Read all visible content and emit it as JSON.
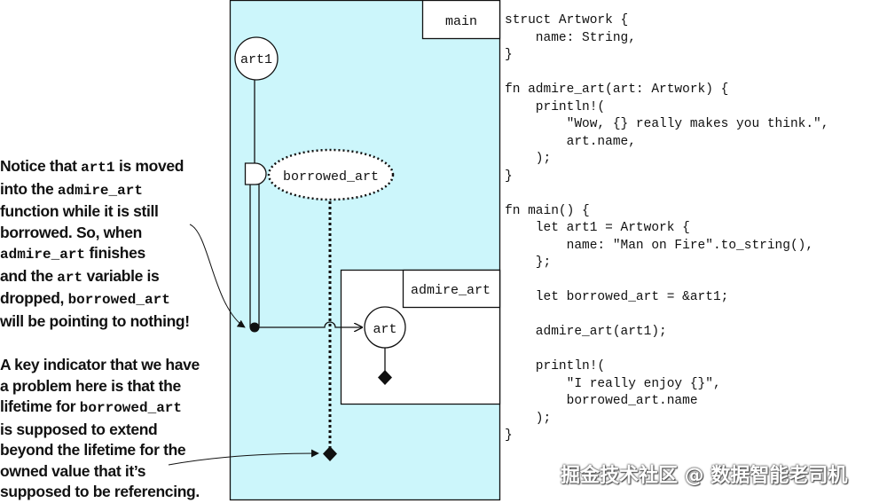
{
  "diagram": {
    "main_label": "main",
    "admire_label": "admire_art",
    "art1_label": "art1",
    "borrowed_label": "borrowed_art",
    "art_label": "art",
    "panel_color": "#ccf6fb"
  },
  "notes": {
    "moved": [
      [
        {
          "t": "Notice that "
        },
        {
          "t": "art1",
          "m": true
        },
        {
          "t": " is moved"
        }
      ],
      [
        {
          "t": "into the "
        },
        {
          "t": "admire_art",
          "m": true
        }
      ],
      [
        {
          "t": "function while it is still"
        }
      ],
      [
        {
          "t": "borrowed. So, when"
        }
      ],
      [
        {
          "t": "admire_art",
          "m": true
        },
        {
          "t": " finishes"
        }
      ],
      [
        {
          "t": "and the "
        },
        {
          "t": "art",
          "m": true
        },
        {
          "t": " variable is"
        }
      ],
      [
        {
          "t": "dropped, "
        },
        {
          "t": "borrowed_art",
          "m": true
        }
      ],
      [
        {
          "t": "will be pointing to nothing!"
        }
      ]
    ],
    "lifetime": [
      [
        {
          "t": "A key indicator that we have"
        }
      ],
      [
        {
          "t": "a problem here is that the"
        }
      ],
      [
        {
          "t": "lifetime for "
        },
        {
          "t": "borrowed_art",
          "m": true
        }
      ],
      [
        {
          "t": "is supposed to extend"
        }
      ],
      [
        {
          "t": "beyond the lifetime for the"
        }
      ],
      [
        {
          "t": "owned value that it’s"
        }
      ],
      [
        {
          "t": "supposed to be referencing."
        }
      ]
    ]
  },
  "code": "struct Artwork {\n    name: String,\n}\n\nfn admire_art(art: Artwork) {\n    println!(\n        \"Wow, {} really makes you think.\",\n        art.name,\n    );\n}\n\nfn main() {\n    let art1 = Artwork {\n        name: \"Man on Fire\".to_string(),\n    };\n\n    let borrowed_art = &art1;\n\n    admire_art(art1);\n\n    println!(\n        \"I really enjoy {}\",\n        borrowed_art.name\n    );\n}",
  "watermark": "掘金技术社区 @ 数据智能老司机"
}
